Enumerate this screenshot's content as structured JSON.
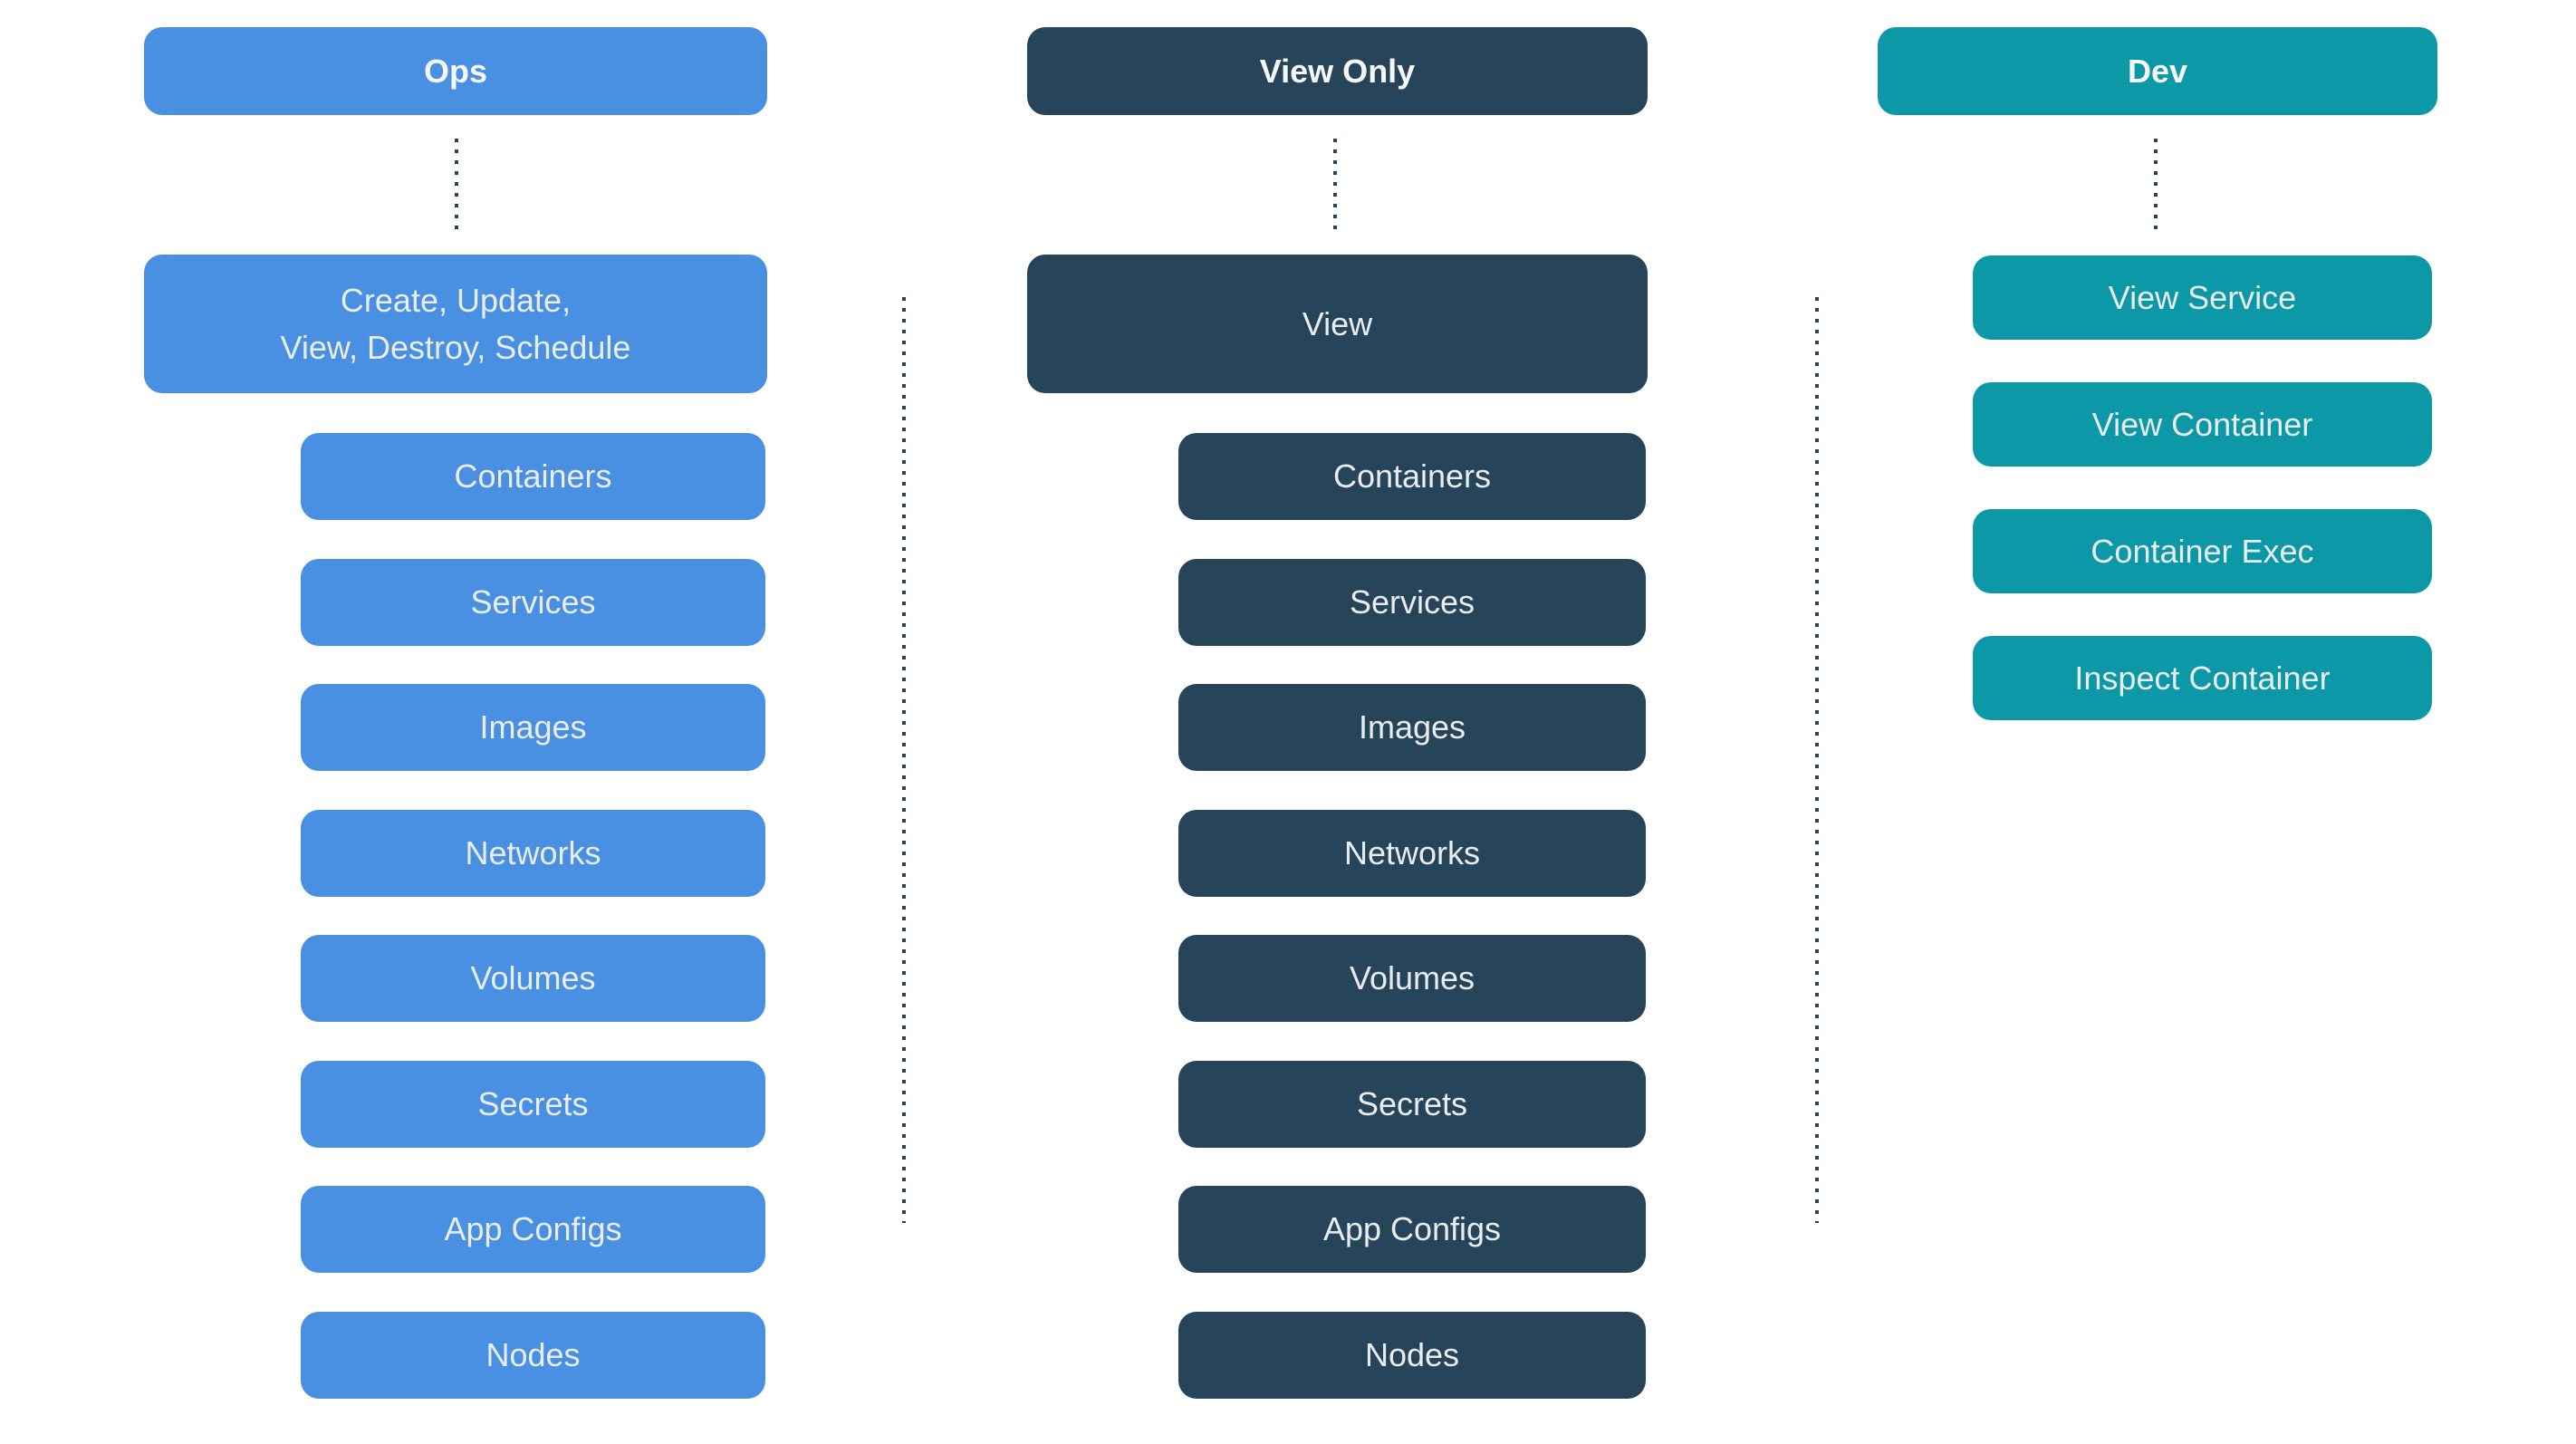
{
  "colors": {
    "ops_blue": "#4a90e2",
    "view_only_navy": "#27455a",
    "dev_teal": "#0c98a6",
    "dotted_line": "#27455a",
    "background": "#ffffff",
    "box_text": "#e9edf0"
  },
  "columns": [
    {
      "header": "Ops",
      "summary_lines": [
        "Create, Update,",
        "View, Destroy, Schedule"
      ],
      "items": [
        "Containers",
        "Services",
        "Images",
        "Networks",
        "Volumes",
        "Secrets",
        "App Configs",
        "Nodes"
      ]
    },
    {
      "header": "View Only",
      "summary_lines": [
        "View"
      ],
      "items": [
        "Containers",
        "Services",
        "Images",
        "Networks",
        "Volumes",
        "Secrets",
        "App Configs",
        "Nodes"
      ]
    },
    {
      "header": "Dev",
      "summary_lines": [],
      "items": [
        "View Service",
        "View Container",
        "Container Exec",
        "Inspect Container"
      ]
    }
  ]
}
